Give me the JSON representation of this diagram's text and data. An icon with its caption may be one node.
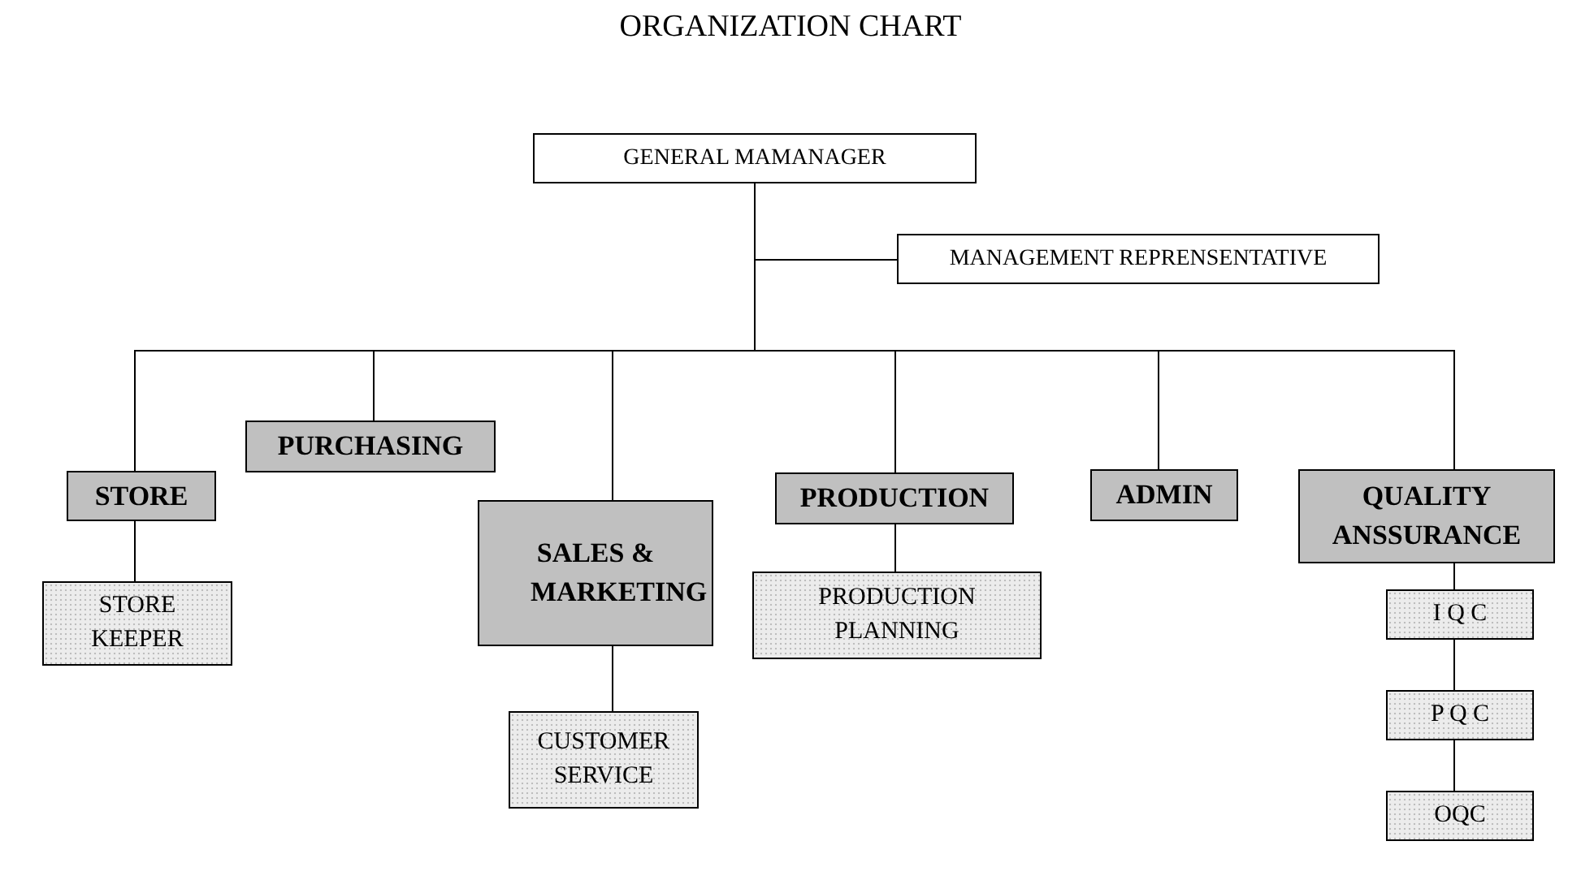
{
  "diagram": {
    "title": "ORGANIZATION CHART",
    "nodes": [
      {
        "text": [
          "GENERAL MAMANAGER"
        ]
      },
      {
        "text": [
          "MANAGEMENT REPRENSENTATIVE"
        ]
      },
      {
        "text": [
          "STORE"
        ]
      },
      {
        "text": [
          "PURCHASING"
        ]
      },
      {
        "text": [
          "SALES & MARKETING"
        ]
      },
      {
        "text": [
          "PRODUCTION"
        ]
      },
      {
        "text": [
          "ADMIN"
        ]
      },
      {
        "text": [
          "QUALITY ANSSURANCE"
        ]
      },
      {
        "text": [
          "STORE KEEPER"
        ]
      },
      {
        "text": [
          "CUSTOMER SERVICE"
        ]
      },
      {
        "text": [
          "PRODUCTION PLANNING"
        ]
      },
      {
        "text": [
          "I Q C"
        ]
      },
      {
        "text": [
          "P Q C"
        ]
      },
      {
        "text": [
          "OQC"
        ]
      }
    ],
    "edges": [
      {
        "from": 0,
        "to": 1,
        "arrow": "none"
      },
      {
        "from": 0,
        "to": 2,
        "arrow": "none"
      },
      {
        "from": 0,
        "to": 3,
        "arrow": "none"
      },
      {
        "from": 0,
        "to": 4,
        "arrow": "none"
      },
      {
        "from": 0,
        "to": 5,
        "arrow": "none"
      },
      {
        "from": 0,
        "to": 6,
        "arrow": "none"
      },
      {
        "from": 0,
        "to": 7,
        "arrow": "none"
      },
      {
        "from": 2,
        "to": 8,
        "arrow": "none"
      },
      {
        "from": 4,
        "to": 9,
        "arrow": "none"
      },
      {
        "from": 5,
        "to": 10,
        "arrow": "none"
      },
      {
        "from": 7,
        "to": 11,
        "arrow": "none"
      },
      {
        "from": 11,
        "to": 12,
        "arrow": "none"
      },
      {
        "from": 12,
        "to": 13,
        "arrow": "none"
      }
    ]
  }
}
